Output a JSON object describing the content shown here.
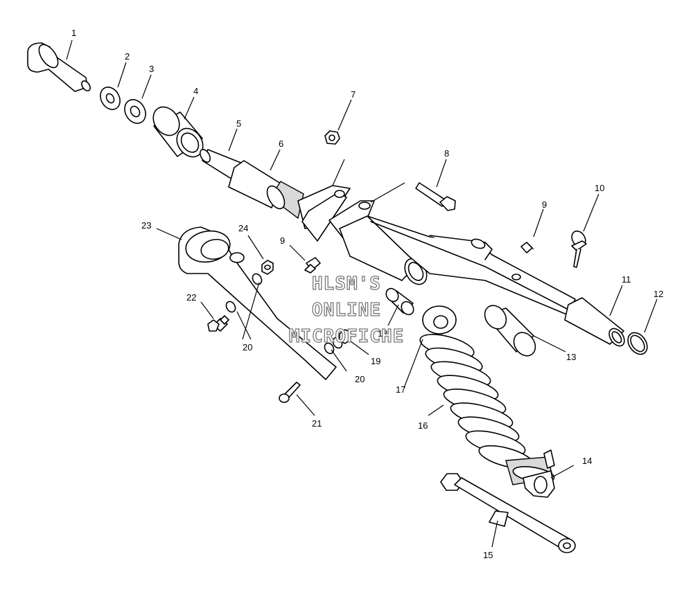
{
  "watermark": {
    "line1": "HLSM'S",
    "line2": "ONLINE",
    "line3": "MICROFICHE"
  },
  "callouts": {
    "c1": "1",
    "c2": "2",
    "c3": "3",
    "c4": "4",
    "c5": "5",
    "c6": "6",
    "c7": "7",
    "c8": "8",
    "c9a": "9",
    "c9b": "9",
    "c10": "10",
    "c11": "11",
    "c12": "12",
    "c13": "13",
    "c14": "14",
    "c15": "15",
    "c16": "16",
    "c17": "17",
    "c18": "18",
    "c19": "19",
    "c20a": "20",
    "c20b": "20",
    "c21": "21",
    "c22": "22",
    "c23": "23",
    "c24": "24"
  }
}
